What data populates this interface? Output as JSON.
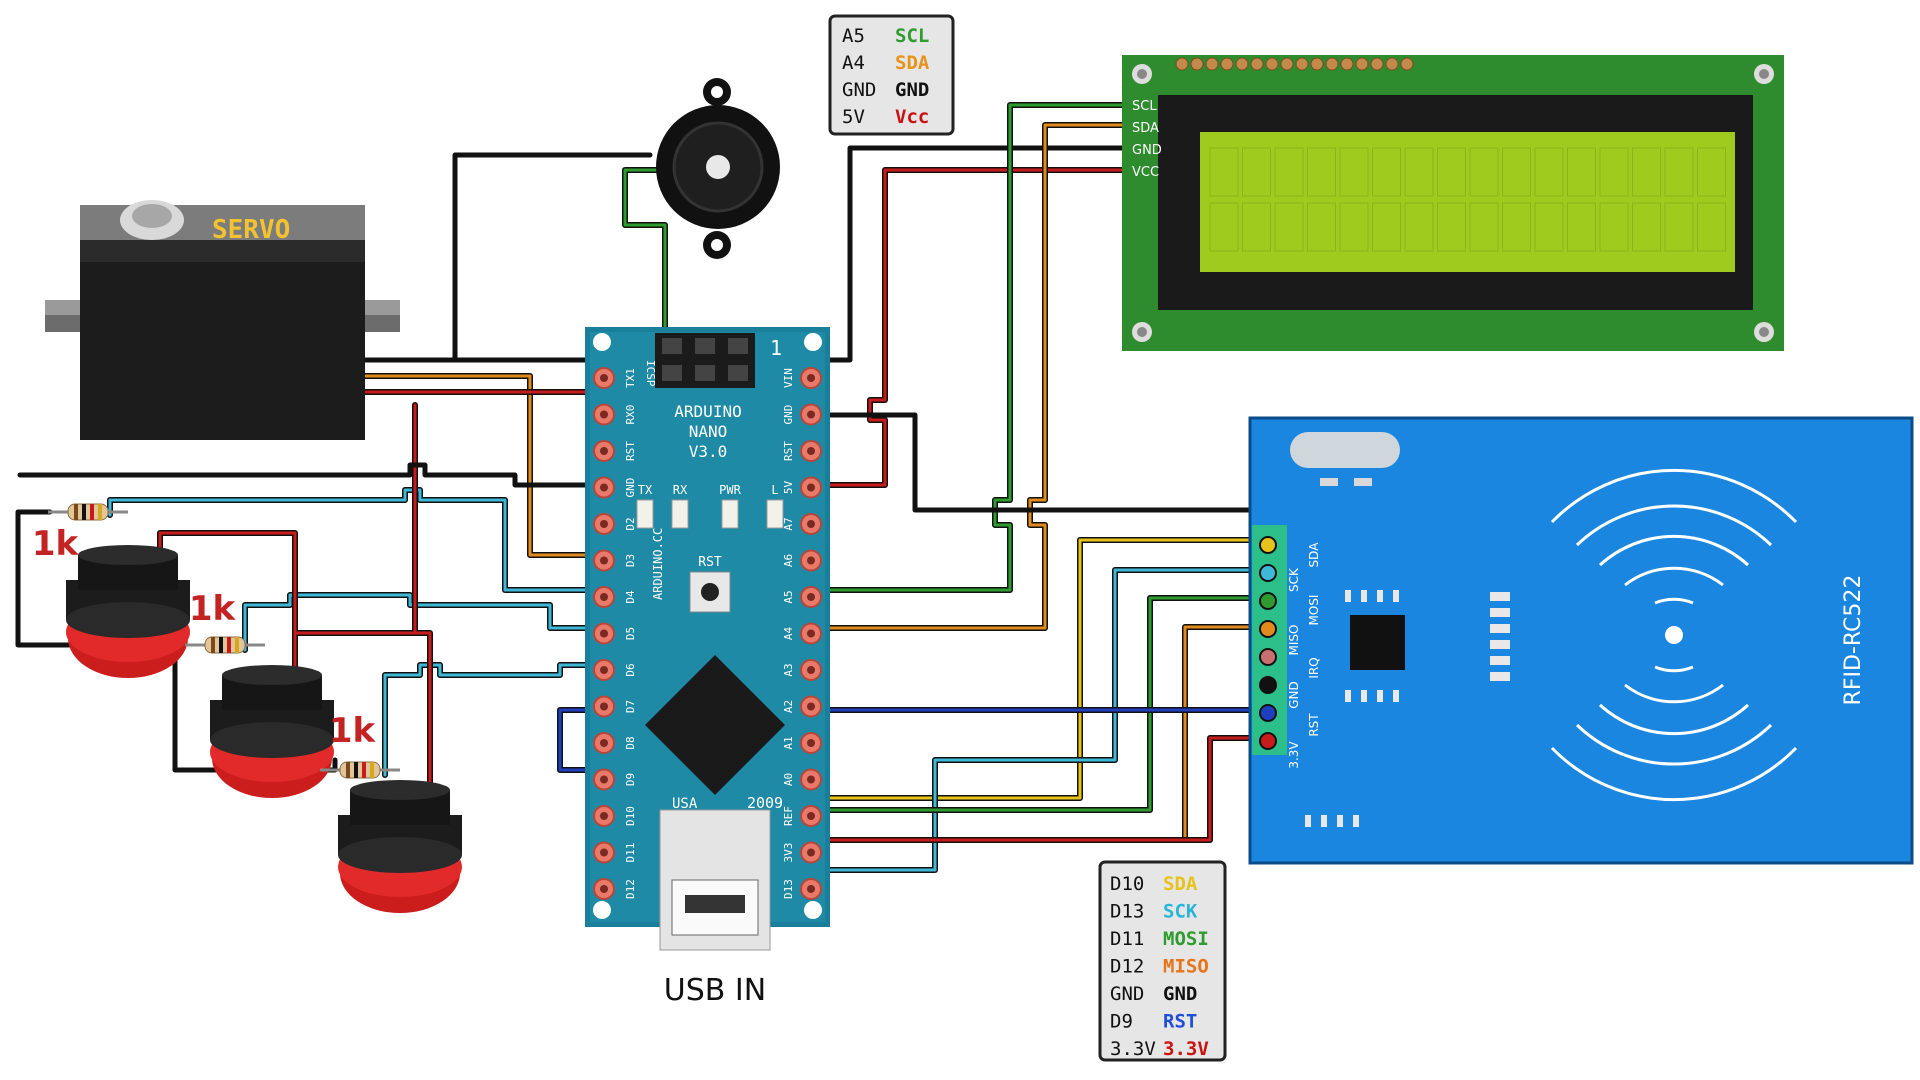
{
  "servo": {
    "label": "SERVO"
  },
  "arduino": {
    "title_line1": "ARDUINO",
    "title_line2": "NANO",
    "title_line3": "V3.0",
    "year": "2009",
    "usa": "USA",
    "header_one": "1",
    "icsp": "ICSP",
    "vertical_text": "ARDUINO.CC",
    "rst_button": "RST",
    "led_labels": [
      "TX",
      "RX",
      "PWR",
      "L"
    ],
    "left_pins": [
      "TX1",
      "RX0",
      "RST",
      "GND",
      "D2",
      "D3",
      "D4",
      "D5",
      "D6",
      "D7",
      "D8",
      "D9",
      "D10",
      "D11",
      "D12"
    ],
    "right_pins": [
      "VIN",
      "GND",
      "RST",
      "5V",
      "A7",
      "A6",
      "A5",
      "A4",
      "A3",
      "A2",
      "A1",
      "A0",
      "REF",
      "3V3",
      "D13"
    ],
    "usb_label": "USB IN"
  },
  "lcd": {
    "pins": [
      "SCL",
      "SDA",
      "GND",
      "VCC"
    ]
  },
  "rfid": {
    "name": "RFID-RC522",
    "pins": [
      "SDA",
      "SCK",
      "MOSI",
      "MISO",
      "IRQ",
      "GND",
      "RST",
      "3.3V"
    ]
  },
  "resistors": [
    "1k",
    "1k",
    "1k"
  ],
  "legend_lcd": {
    "rows": [
      {
        "pin": "A5",
        "signal": "SCL",
        "color": "#2e9c2e"
      },
      {
        "pin": "A4",
        "signal": "SDA",
        "color": "#e8921a"
      },
      {
        "pin": "GND",
        "signal": "GND",
        "color": "#111111"
      },
      {
        "pin": "5V",
        "signal": "Vcc",
        "color": "#cc1111"
      }
    ]
  },
  "legend_rfid": {
    "rows": [
      {
        "pin": "D10",
        "signal": "SDA",
        "color": "#e6c21a"
      },
      {
        "pin": "D13",
        "signal": "SCK",
        "color": "#27b6d8"
      },
      {
        "pin": "D11",
        "signal": "MOSI",
        "color": "#2e9c2e"
      },
      {
        "pin": "D12",
        "signal": "MISO",
        "color": "#e8741a"
      },
      {
        "pin": "GND",
        "signal": "GND",
        "color": "#111111"
      },
      {
        "pin": "D9",
        "signal": "RST",
        "color": "#1f4fd8"
      },
      {
        "pin": "3.3V",
        "signal": "3.3V",
        "color": "#cc1111"
      }
    ]
  },
  "wire_colors": {
    "black": "#111111",
    "red": "#c81c1c",
    "orange": "#e38a1e",
    "green": "#2f9a2f",
    "cyan": "#3fb8d8",
    "yellow": "#e6c21a",
    "blue": "#1f3fbf"
  }
}
